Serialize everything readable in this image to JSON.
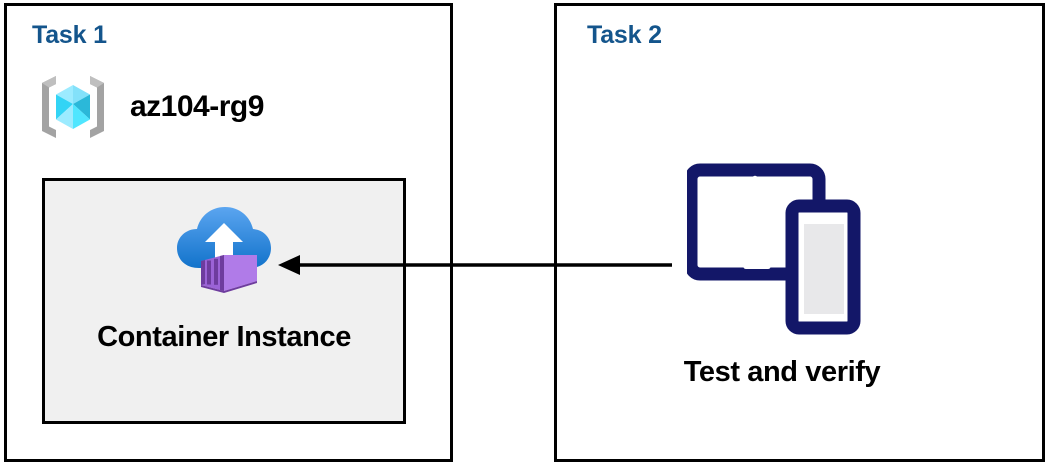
{
  "diagram": {
    "title_task1": "Task 1",
    "title_task2": "Task 2",
    "resource_group": {
      "icon": "azure-resource-group-icon",
      "label": "az104-rg9"
    },
    "resource": {
      "icon": "azure-container-instance-icon",
      "label": "Container Instance"
    },
    "test": {
      "icon": "devices-tablet-phone-icon",
      "label": "Test and verify"
    },
    "connector": {
      "name": "arrow-task2-to-container-instance",
      "direction": "right-to-left"
    },
    "colors": {
      "task_title": "#14558C",
      "panel_border": "#000000",
      "resource_box_fill": "#f0f0f0",
      "device_navy": "#131768",
      "cloud_blue_light": "#54A2EE",
      "cloud_blue_dark": "#1478CE",
      "container_purple": "#B07BE8",
      "container_purple_dark": "#6E3C9E",
      "rg_cube_cyan": "#50E6FF",
      "rg_bracket_gray": "#A3A3A3"
    }
  }
}
